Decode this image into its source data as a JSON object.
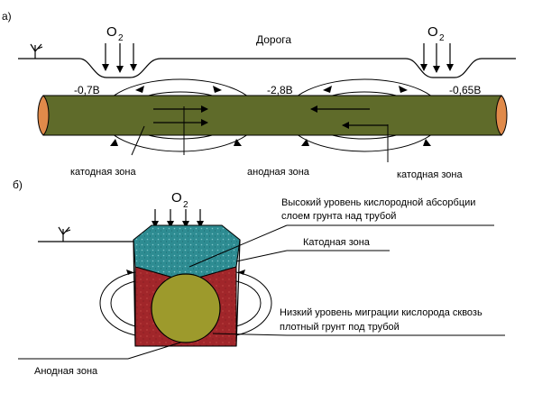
{
  "part_a": {
    "label": "а)",
    "oxygen": "O",
    "oxygen_sub": "2",
    "road": "Дорога",
    "potentials": [
      "-0,7В",
      "-2,8В",
      "-0,65В"
    ],
    "zones": [
      "катодная зона",
      "анодная зона",
      "катодная зона"
    ]
  },
  "part_b": {
    "label": "б)",
    "oxygen": "O",
    "oxygen_sub": "2",
    "high_oxygen_line1": "Высокий уровень кислородной абсорбции",
    "high_oxygen_line2": "слоем грунта над трубой",
    "cathode_zone": "Катодная зона",
    "low_oxygen_line1": "Низкий уровень миграции кислорода сквозь",
    "low_oxygen_line2": "плотный грунт под трубой",
    "anode_zone": "Анодная зона"
  },
  "colors": {
    "pipe": "#5f6b2a",
    "pipe_end": "#e08a4a",
    "top_soil": "#2e8c92",
    "bottom_soil": "#a1262a",
    "pipe_section": "#9d9a2c"
  }
}
